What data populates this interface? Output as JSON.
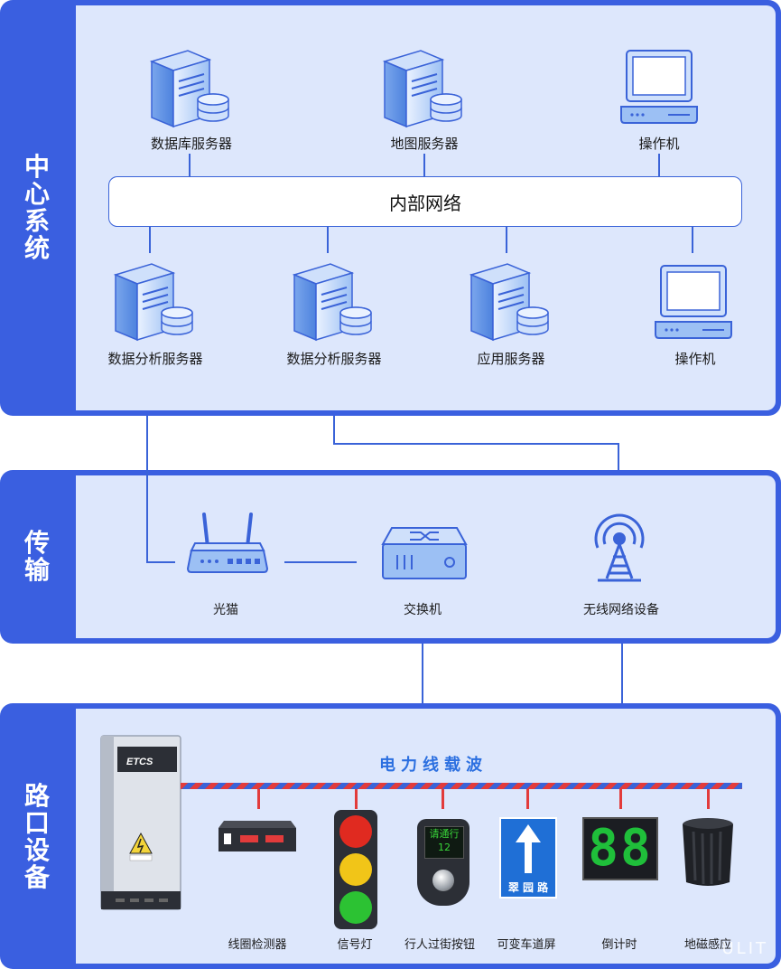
{
  "sections": {
    "center": "中心系统",
    "transmission": "传输",
    "road": "路口设备"
  },
  "center": {
    "network": "内部网络",
    "top_nodes": [
      "数据库服务器",
      "地图服务器",
      "操作机"
    ],
    "bottom_nodes": [
      "数据分析服务器",
      "数据分析服务器",
      "应用服务器",
      "操作机"
    ]
  },
  "transmission": {
    "nodes": [
      "光猫",
      "交换机",
      "无线网络设备"
    ]
  },
  "road": {
    "plc_title": "电力线载波",
    "cabinet_brand": "ETCS",
    "cabinet_warning": "当心触电",
    "devices": [
      "线圈检测器",
      "信号灯",
      "行人过街按钮",
      "可变车道屏",
      "倒计时",
      "地磁感应"
    ],
    "button_text": "请通行",
    "button_number": "12",
    "sign_text": "翠 园 路",
    "countdown_value": "88"
  },
  "watermark": "ULIT",
  "colors": {
    "panel": "#3a5fe0",
    "inner": "#dde7fc",
    "line": "#3a63d8",
    "accent_red": "#e23b3b"
  }
}
